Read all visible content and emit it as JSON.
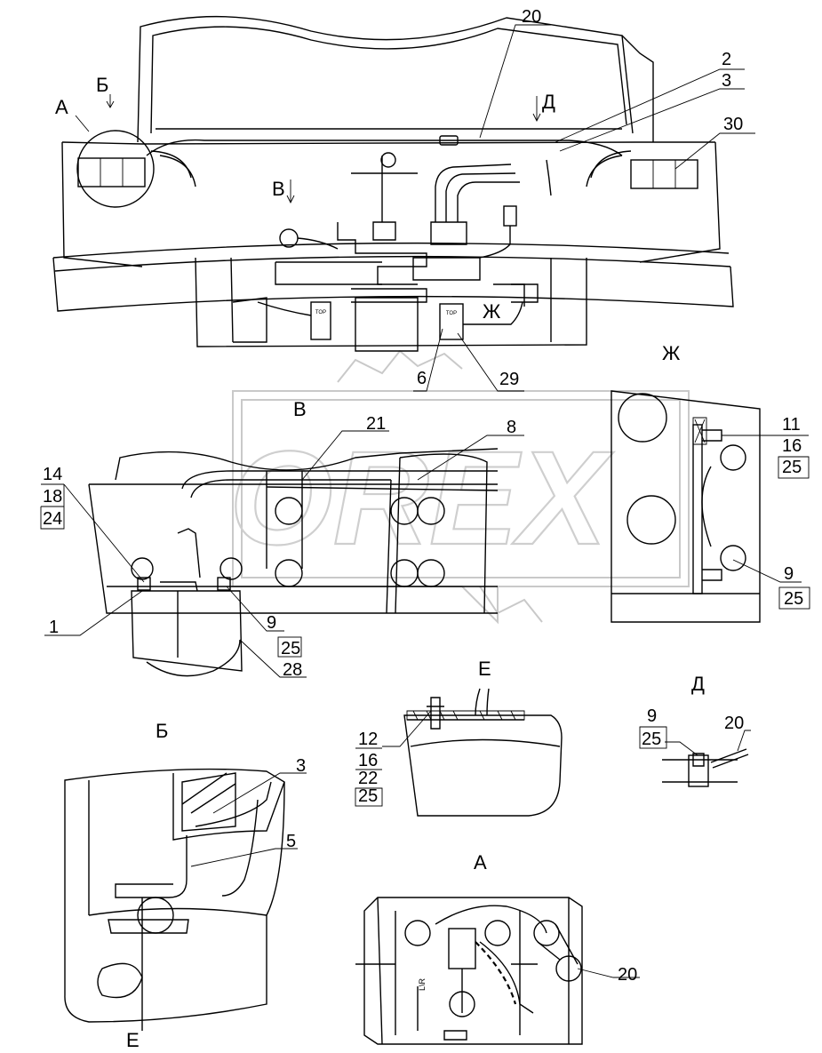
{
  "views": {
    "b": "Б",
    "d": "Д",
    "v": "В",
    "zh": "Ж",
    "e": "Е",
    "a": "А"
  },
  "callouts": {
    "c20_top": "20",
    "c2": "2",
    "c3_top": "3",
    "c30": "30",
    "c6": "6",
    "c29": "29",
    "c21": "21",
    "c8": "8",
    "c14": "14",
    "c18": "18",
    "c24": "24",
    "c1": "1",
    "c9_v": "9",
    "c25_v": "25",
    "c28": "28",
    "c11": "11",
    "c16_zh": "16",
    "c25_zh_a": "25",
    "c9_zh": "9",
    "c25_zh_b": "25",
    "c12": "12",
    "c16_e": "16",
    "c22": "22",
    "c25_e": "25",
    "c9_d": "9",
    "c25_d": "25",
    "c20_d": "20",
    "c3_b": "3",
    "c5": "5",
    "c20_a": "20"
  },
  "small_text": {
    "top_left": "TOP",
    "top_right": "TOP",
    "lr": "L\\R"
  },
  "watermark": "OREX"
}
